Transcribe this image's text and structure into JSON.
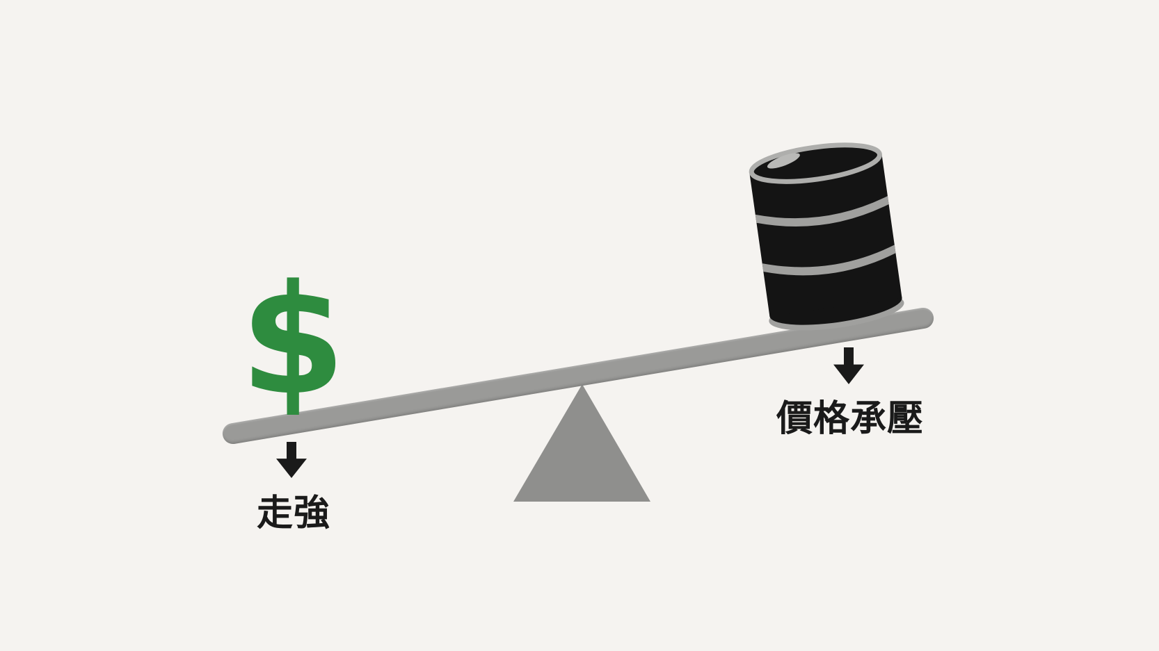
{
  "colors": {
    "background": "#f5f3f0",
    "plank-gray": "#9a9a98",
    "fulcrum-gray": "#8f8f8d",
    "dollar-green": "#2e8c3f",
    "ink-black": "#1a1a1a",
    "barrel-black": "#141414",
    "barrel-band-gray": "#a0a09e",
    "barrel-rim-gray": "#aeaeac",
    "barrel-highlight": "#b9b9b7"
  },
  "seesaw": {
    "plank_icon": "seesaw-plank",
    "fulcrum_icon": "seesaw-fulcrum-triangle",
    "tilt_note": "left side down, right side up"
  },
  "left_side": {
    "symbol": "$",
    "symbol_icon": "dollar-sign",
    "arrow_icon": "down-arrow-icon",
    "label": "走強"
  },
  "right_side": {
    "icon": "oil-barrel-icon",
    "arrow_icon": "down-arrow-icon",
    "label": "價格承壓"
  }
}
